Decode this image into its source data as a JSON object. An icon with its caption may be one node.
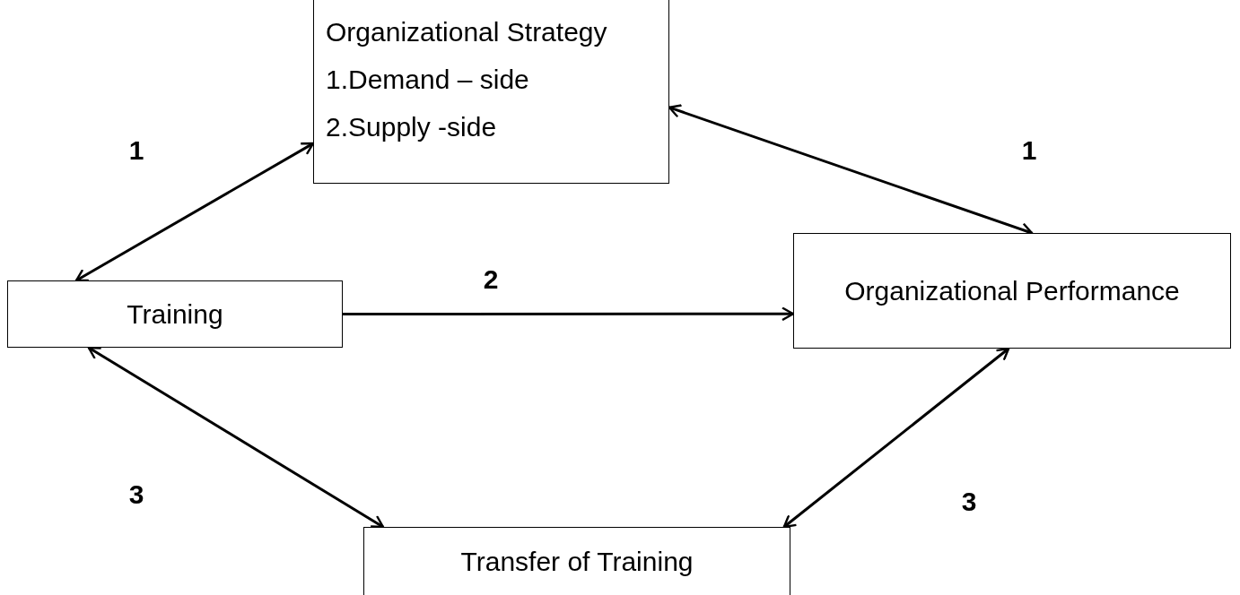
{
  "diagram": {
    "nodes": [
      {
        "text": [
          "Organizational Strategy",
          "1.Demand – side",
          "2.Supply -side"
        ]
      },
      {
        "text": [
          "Training"
        ]
      },
      {
        "text": [
          "Organizational Performance"
        ]
      },
      {
        "text": [
          "Transfer of Training"
        ]
      }
    ],
    "edges": [
      {
        "from": 1,
        "to": 0,
        "arrow": "both",
        "label": "1"
      },
      {
        "from": 0,
        "to": 2,
        "arrow": "both",
        "label": "1"
      },
      {
        "from": 1,
        "to": 2,
        "arrow": "to",
        "label": "2"
      },
      {
        "from": 1,
        "to": 3,
        "arrow": "both",
        "label": "3"
      },
      {
        "from": 3,
        "to": 2,
        "arrow": "both",
        "label": "3"
      }
    ]
  }
}
